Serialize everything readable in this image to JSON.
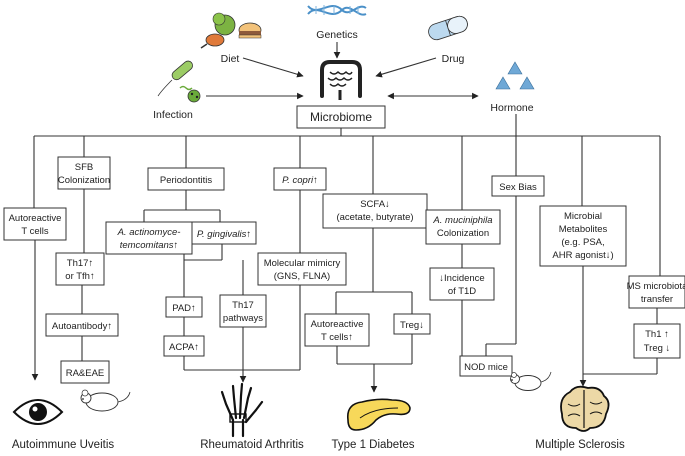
{
  "sources": {
    "genetics": "Genetics",
    "diet": "Diet",
    "drug": "Drug",
    "infection": "Infection",
    "hormone": "Hormone",
    "microbiome": "Microbiome"
  },
  "uveitis": {
    "sfb_1": "SFB",
    "sfb_2": "Colonization",
    "autoreactive_1": "Autoreactive",
    "autoreactive_2": "T cells",
    "th17_1": "Th17↑",
    "th17_2": "or Tfh↑",
    "autoantibody": "Autoantibody↑",
    "raeae": "RA&EAE",
    "disease": "Autoimmune Uveitis"
  },
  "ra": {
    "periodontitis": "Periodontitis",
    "pcopri": "P. copri↑",
    "aact_1": "A. actinomyce-",
    "aact_2": "temcomitans↑",
    "pging": "P. gingivalis↑",
    "mimicry_1": "Molecular mimicry",
    "mimicry_2": "(GNS, FLNA)",
    "pad": "PAD↑",
    "acpa": "ACPA↑",
    "th17p_1": "Th17",
    "th17p_2": "pathways",
    "disease": "Rheumatoid Arthritis"
  },
  "t1d": {
    "scfa_1": "SCFA↓",
    "scfa_2": "(acetate, butyrate)",
    "autoreactive_1": "Autoreactive",
    "autoreactive_2": "T cells↑",
    "treg": "Treg↓",
    "amuc_1": "A. muciniphila",
    "amuc_2": "Colonization",
    "incidence_1": "↓Incidence",
    "incidence_2": "of T1D",
    "nod": "NOD mice",
    "disease": "Type 1 Diabetes"
  },
  "ms": {
    "sexbias": "Sex Bias",
    "metab_1": "Microbial",
    "metab_2": "Metabolites",
    "metab_3": "(e.g. PSA,",
    "metab_4": "AHR agonist↓)",
    "transfer_1": "MS microbiota",
    "transfer_2": "transfer",
    "th1_1": "Th1 ↑",
    "th1_2": "Treg ↓",
    "disease": "Multiple Sclerosis"
  },
  "icons": [
    "dna-icon",
    "food-icon",
    "pill-icon",
    "bacteria-icon",
    "hormone-triangles-icon",
    "intestine-icon",
    "eye-icon",
    "mouse-icon",
    "hand-skeleton-icon",
    "pancreas-icon",
    "brain-icon"
  ]
}
